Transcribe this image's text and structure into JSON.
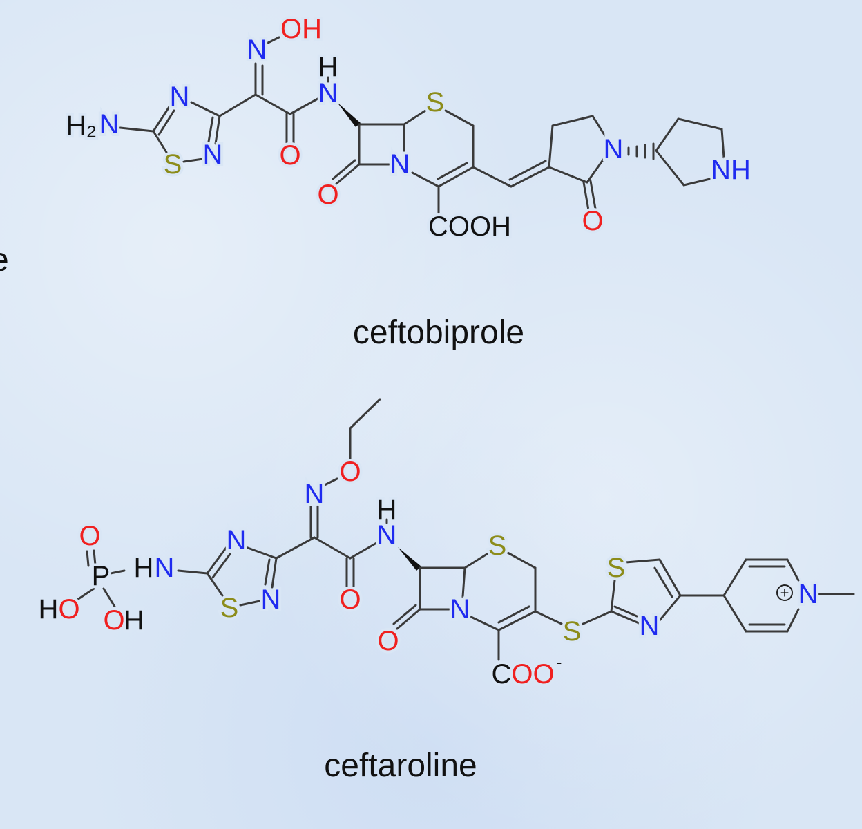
{
  "edge_fragment": "e",
  "molecules": [
    {
      "name": "ceftobiprole",
      "atoms": {
        "amine_h2": "H₂",
        "amine_n": "N",
        "thiadiazole_n4": "N",
        "thiadiazole_n2": "N",
        "thiadiazole_s": "S",
        "oxime_n": "N",
        "oxime_oh": "OH",
        "amide_o": "O",
        "amide_n": "N",
        "amide_h": "H",
        "lactam_n": "N",
        "lactam_o": "O",
        "ring_s": "S",
        "carboxyl": "COOH",
        "pyrrolidinone_n": "N",
        "pyrrolidinone_o": "O",
        "pyrrolidine_nh": "NH"
      }
    },
    {
      "name": "ceftaroline",
      "atoms": {
        "phos_o": "O",
        "phos_p": "P",
        "phos_ho_h": "H",
        "phos_ho_o": "O",
        "phos_oh_o": "O",
        "phos_oh_h": "H",
        "hn_h": "H",
        "hn_n": "N",
        "thiadiazole_n4": "N",
        "thiadiazole_n2": "N",
        "thiadiazole_s": "S",
        "oxime_n": "N",
        "oxime_o": "O",
        "amide_o": "O",
        "amide_n": "N",
        "amide_h": "H",
        "lactam_n": "N",
        "lactam_o": "O",
        "ring_s": "S",
        "carboxylate": "COO",
        "carboxylate_o": "O",
        "charge_minus": "-",
        "thio_s": "S",
        "thiazole_s": "S",
        "thiazole_n": "N",
        "pyridinium_n": "N",
        "charge_plus": "+"
      }
    }
  ],
  "colors": {
    "nitrogen": "#1f2bf0",
    "oxygen": "#f02020",
    "sulfur": "#8c8c1a",
    "carbon": "#3a3a3a",
    "background": "#d9e6f5"
  }
}
